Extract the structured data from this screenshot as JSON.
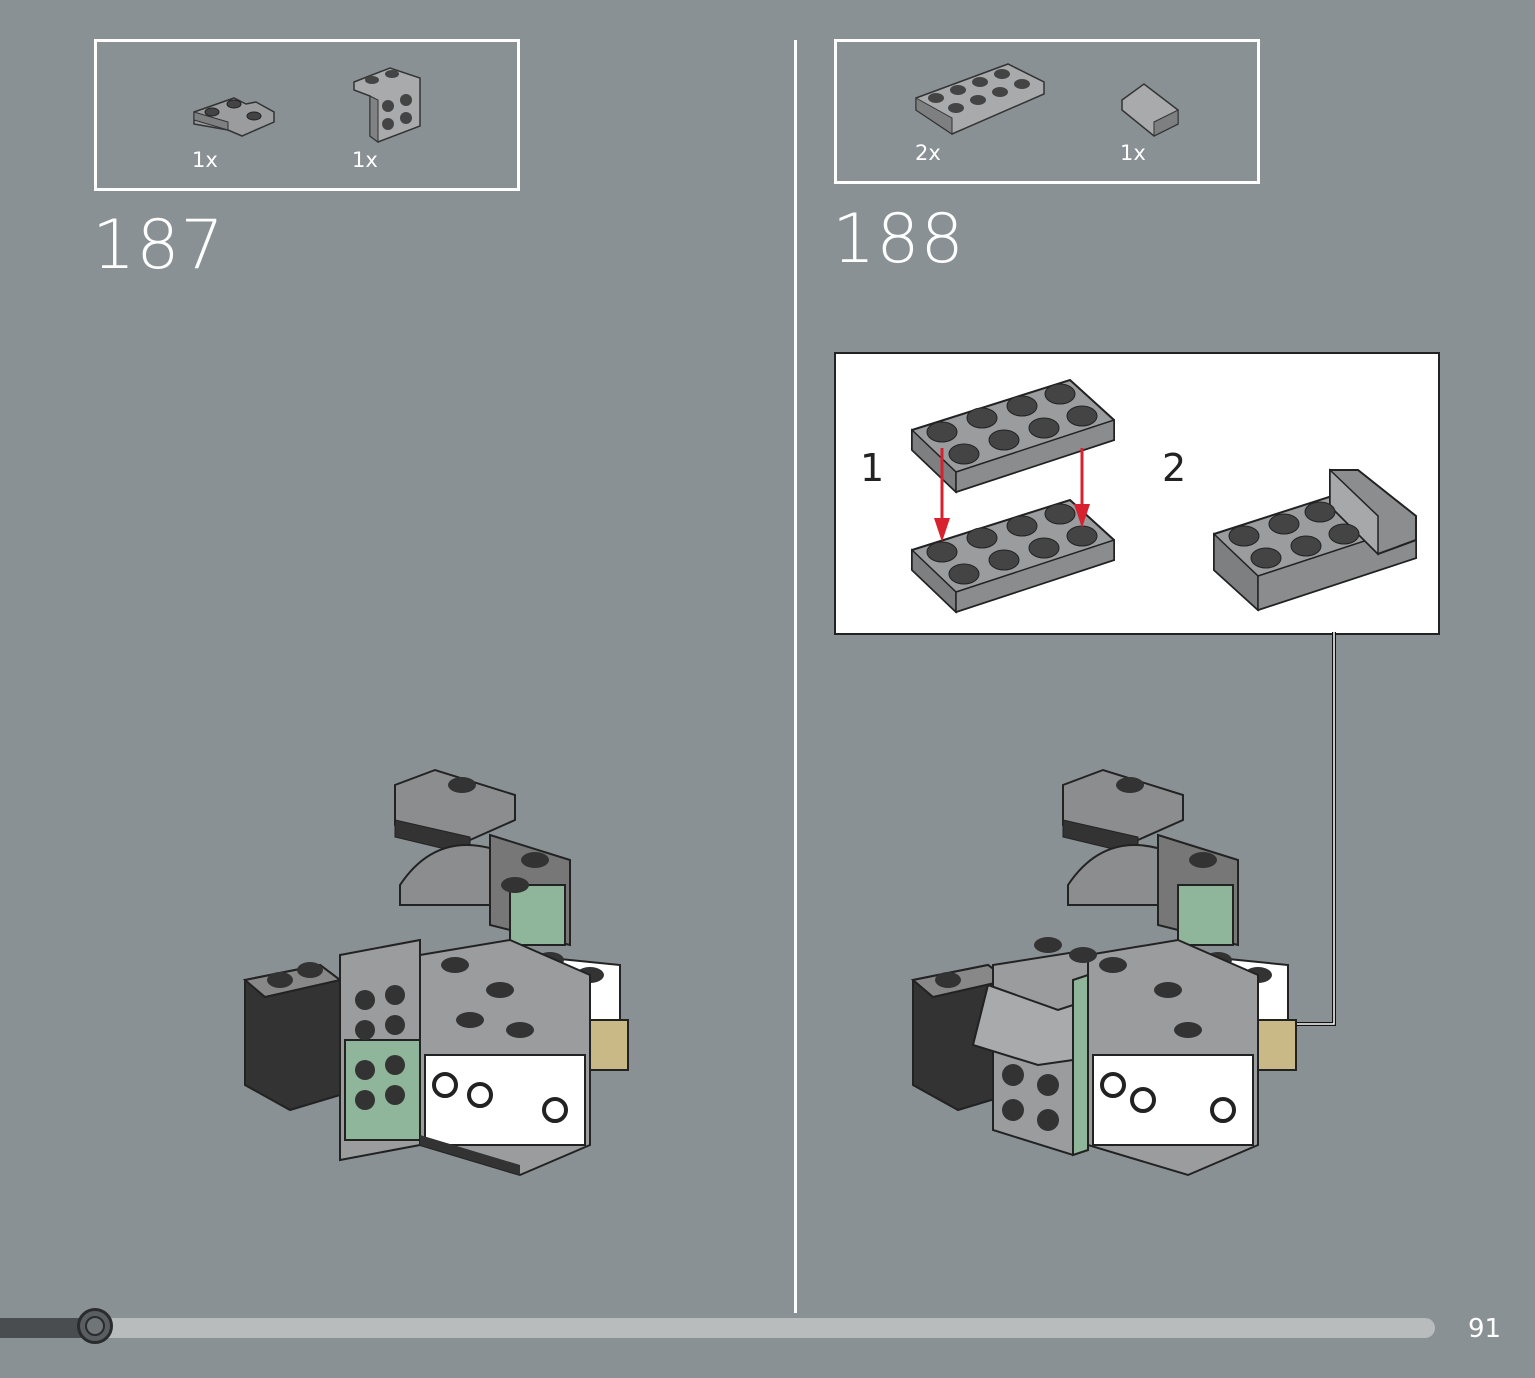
{
  "step_187": {
    "number": "187",
    "parts": [
      {
        "qty": "1x",
        "icon": "l-plate-icon"
      },
      {
        "qty": "1x",
        "icon": "bracket-icon"
      }
    ]
  },
  "step_188": {
    "number": "188",
    "parts": [
      {
        "qty": "2x",
        "icon": "plate-2x4-icon"
      },
      {
        "qty": "1x",
        "icon": "slope-icon"
      }
    ],
    "substeps": [
      "1",
      "2"
    ]
  },
  "footer": {
    "page_number": "91",
    "progress": 0.066
  },
  "colors": {
    "background": "#8a9194",
    "arrow_red": "#d8212f"
  }
}
